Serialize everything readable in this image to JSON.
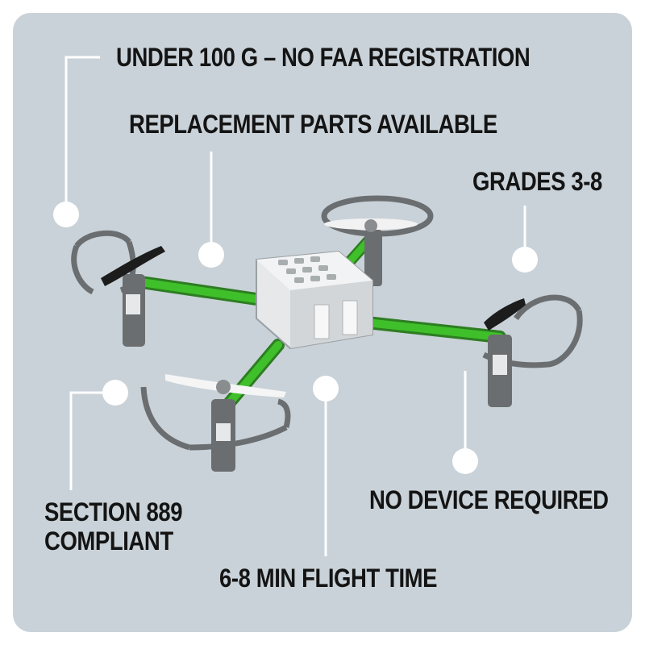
{
  "callouts": {
    "weight": "UNDER 100 G – NO FAA REGISTRATION",
    "parts": "REPLACEMENT PARTS AVAILABLE",
    "grades": "GRADES 3-8",
    "section_line1": "SECTION 889",
    "section_line2": "COMPLIANT",
    "device": "NO DEVICE REQUIRED",
    "flight": "6-8 MIN FLIGHT TIME"
  },
  "colors": {
    "panel_background": "#c9d2d8",
    "text": "#141414",
    "leader_lines": "#ffffff",
    "drone_frame": "#6b6e70",
    "drone_arms": "#3fbf2a",
    "drone_body": "#e6e8ea"
  }
}
